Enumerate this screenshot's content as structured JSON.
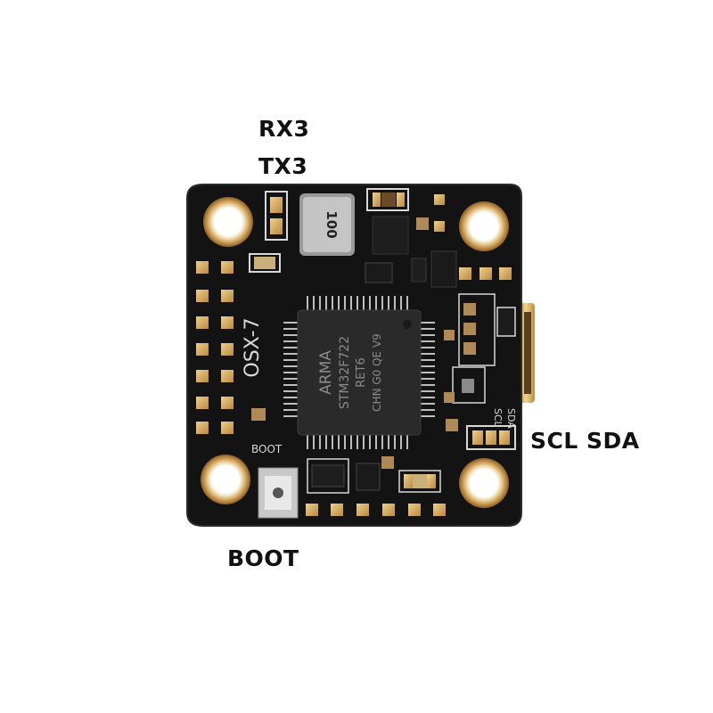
{
  "callouts": {
    "rx3": "RX3",
    "tx3": "TX3",
    "scl_sda": "SCL SDA",
    "boot": "BOOT"
  },
  "silkscreen": {
    "board_name": "OSX-7",
    "boot_label": "BOOT",
    "scl": "SCL",
    "sda": "SDA",
    "inductor_value": "100"
  },
  "mcu": {
    "line1": "ARMA",
    "line2": "STM32F722",
    "line3": "RET6",
    "line4": "CHN G0 QE V9"
  },
  "colors": {
    "board": "#141414",
    "gold": "#d4a85a",
    "mcu": "#2a2a2a"
  }
}
